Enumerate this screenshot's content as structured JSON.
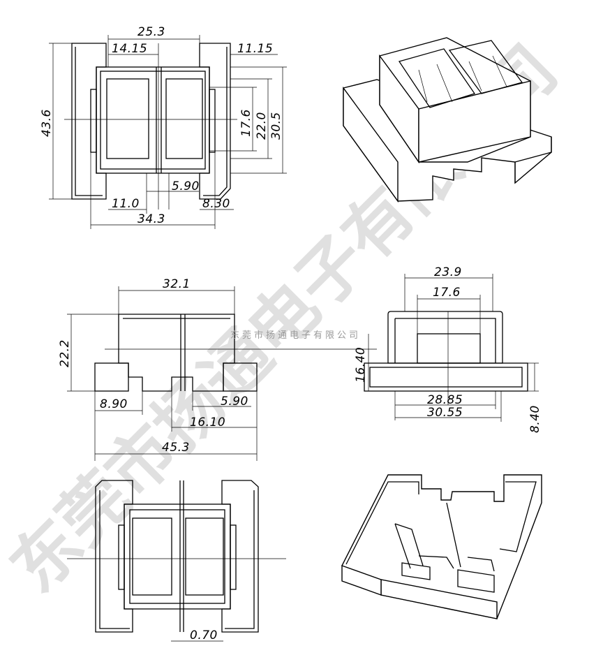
{
  "watermark": {
    "large": "东莞市扬通电子有限公司",
    "small": "东莞市扬通电子有限公司"
  },
  "views": {
    "top_view": {
      "dims": {
        "overall_width": "25.3",
        "left_offset": "14.15",
        "right_offset": "11.15",
        "height": "43.6",
        "inner_17_6": "17.6",
        "inner_22_0": "22.0",
        "outer_30_5": "30.5",
        "gap": "5.90",
        "left_11_0": "11.0",
        "right_8_30": "8.30",
        "base_width": "34.3"
      }
    },
    "front_view": {
      "dims": {
        "top_width": "32.1",
        "height": "22.2",
        "left_8_90": "8.90",
        "right_5_90": "5.90",
        "mid_16_10": "16.10",
        "overall": "45.3"
      }
    },
    "side_view": {
      "dims": {
        "top_23_9": "23.9",
        "inner_17_6": "17.6",
        "height_16_40": "16.40",
        "base_28_85": "28.85",
        "base_30_55": "30.55",
        "height_8_40": "8.40"
      }
    },
    "bottom_view": {
      "dims": {
        "thickness": "0.70"
      }
    }
  }
}
